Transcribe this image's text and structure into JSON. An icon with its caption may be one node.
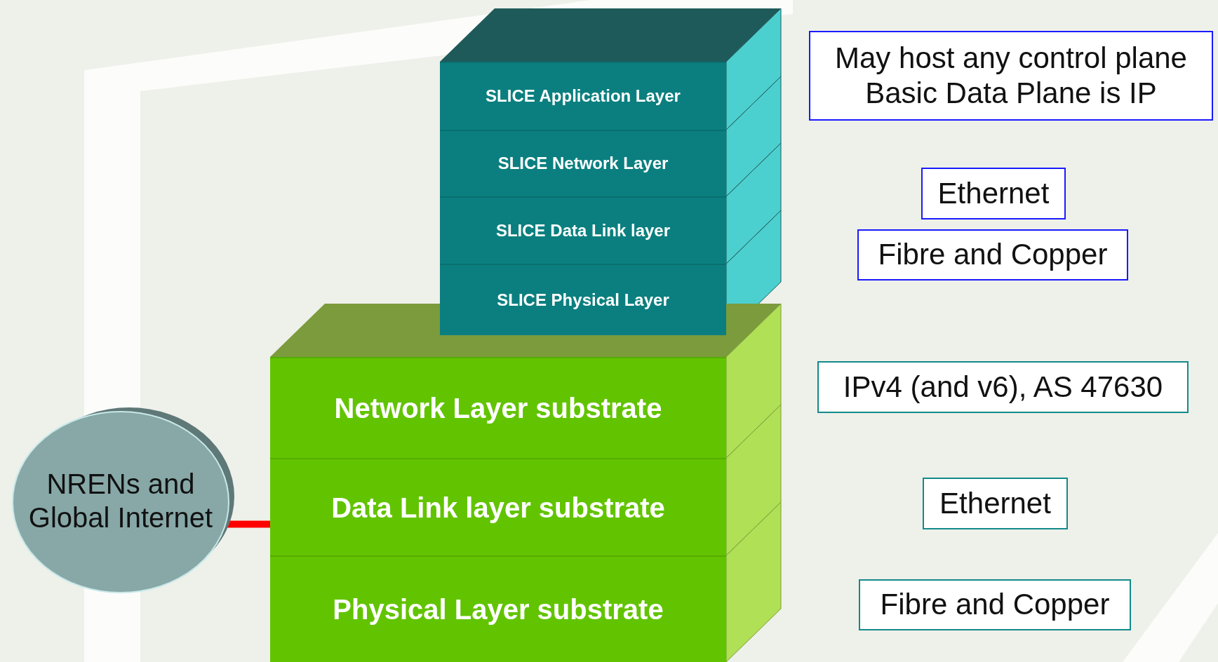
{
  "diagram": {
    "nodes": [
      {
        "text": [
          "SLICE Application Layer"
        ]
      },
      {
        "text": [
          "SLICE Network Layer"
        ]
      },
      {
        "text": [
          "SLICE Data Link layer"
        ]
      },
      {
        "text": [
          "SLICE Physical Layer"
        ]
      },
      {
        "text": [
          "Network Layer substrate"
        ]
      },
      {
        "text": [
          "Data Link layer substrate"
        ]
      },
      {
        "text": [
          "Physical Layer substrate"
        ]
      },
      {
        "text": [
          "NRENs and Global Internet"
        ]
      },
      {
        "text": [
          "May host any control plane",
          "Basic Data Plane is IP"
        ]
      },
      {
        "text": [
          "Ethernet"
        ]
      },
      {
        "text": [
          "Fibre and Copper"
        ]
      },
      {
        "text": [
          "IPv4 (and v6), AS 47630"
        ]
      },
      {
        "text": [
          "Ethernet"
        ]
      },
      {
        "text": [
          "Fibre and Copper"
        ]
      }
    ],
    "edges": [
      {
        "from": 7,
        "to": 5,
        "arrow": "none",
        "color": "#ff0000"
      }
    ]
  }
}
